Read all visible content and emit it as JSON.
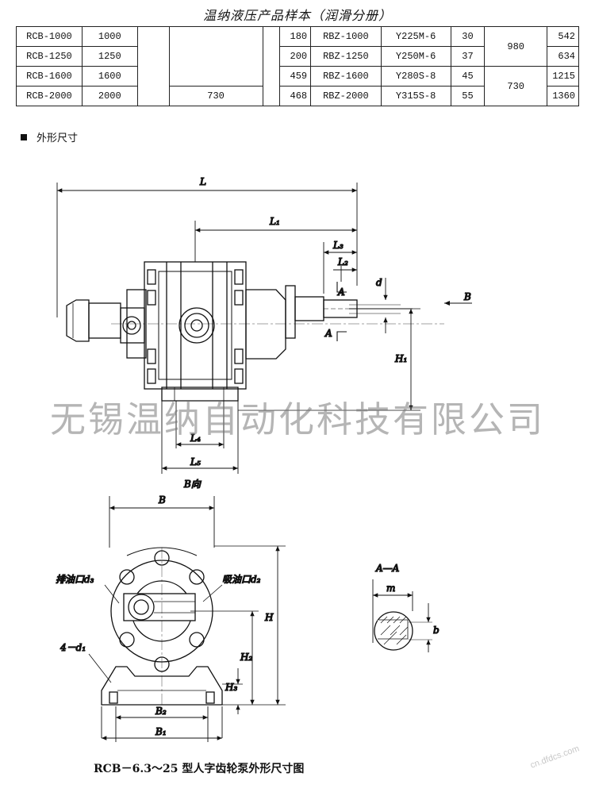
{
  "title": "温纳液压产品样本（润滑分册）",
  "table": {
    "rows": [
      {
        "model": "RCB-1000",
        "flow": "1000",
        "c3": "",
        "c4": "",
        "c5": "",
        "c6": "180",
        "unit": "RBZ-1000",
        "motor": "Y225M-6",
        "power": "30",
        "speed": "980",
        "weight": "542"
      },
      {
        "model": "RCB-1250",
        "flow": "1250",
        "c3": "",
        "c4": "",
        "c5": "",
        "c6": "200",
        "unit": "RBZ-1250",
        "motor": "Y250M-6",
        "power": "37",
        "speed": "",
        "weight": "634"
      },
      {
        "model": "RCB-1600",
        "flow": "1600",
        "c3": "",
        "c4": "",
        "c5": "",
        "c6": "459",
        "unit": "RBZ-1600",
        "motor": "Y280S-8",
        "power": "45",
        "speed": "730",
        "weight": "1215"
      },
      {
        "model": "RCB-2000",
        "flow": "2000",
        "c3": "",
        "c4": "730",
        "c5": "",
        "c6": "468",
        "unit": "RBZ-2000",
        "motor": "Y315S-8",
        "power": "55",
        "speed": "",
        "weight": "1360"
      }
    ]
  },
  "section_title": "外形尺寸",
  "watermark": "无锡温纳自动化科技有限公司",
  "caption": "RCB－6.3～25 型人字齿轮泵外形尺寸图",
  "corner_mark": "cn.dfdcs.com",
  "labels": {
    "L": "L",
    "L1": "L₁",
    "L2": "L₂",
    "L3": "L₃",
    "L4": "L₄",
    "L5": "L₅",
    "d": "d",
    "A": "A",
    "B": "B",
    "H1": "H₁",
    "B_view": "B向",
    "B_dim": "B",
    "drain": "排油口d₃",
    "suction": "吸油口d₂",
    "bolt": "4－d₁",
    "H": "H",
    "H2": "H₂",
    "H3": "H₃",
    "B1": "B₁",
    "B2": "B₂",
    "section_AA": "A—A",
    "m": "m",
    "b": "b"
  }
}
